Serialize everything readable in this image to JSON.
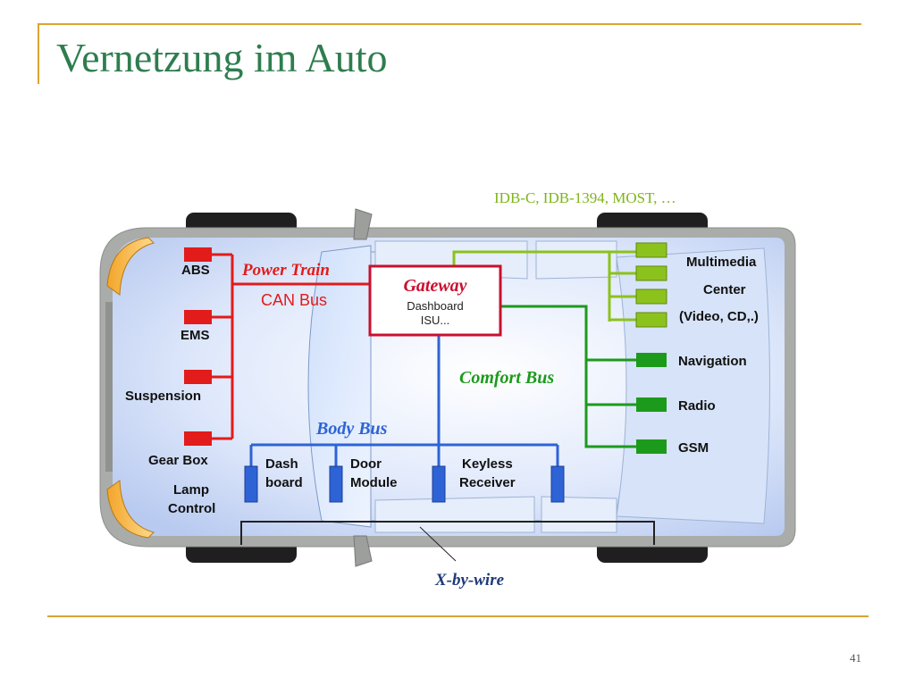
{
  "slide": {
    "title": "Vernetzung im Auto",
    "page_number": "41"
  },
  "diagram": {
    "top_bus_label": "IDB-C, IDB-1394, MOST, …",
    "power_train": {
      "title": "Power Train",
      "subtitle": "CAN Bus",
      "nodes": [
        "ABS",
        "EMS",
        "Suspension",
        "Gear Box"
      ]
    },
    "lamp_control": [
      "Lamp",
      "Control"
    ],
    "gateway": {
      "title": "Gateway",
      "line1": "Dashboard",
      "line2": "ISU..."
    },
    "body_bus": {
      "title": "Body Bus",
      "nodes": [
        [
          "Dash",
          "board"
        ],
        [
          "Door",
          "Module"
        ],
        [
          "Keyless",
          "Receiver"
        ]
      ]
    },
    "comfort_bus": {
      "title": "Comfort Bus",
      "nodes": [
        "Navigation",
        "Radio",
        "GSM"
      ]
    },
    "multimedia": [
      "Multimedia",
      "Center",
      "(Video, CD,.)"
    ],
    "x_by_wire": "X-by-wire",
    "colors": {
      "title": "#2E7D4F",
      "frame": "#D9A531",
      "power_train": "#E21B1B",
      "body_bus": "#2E63D6",
      "comfort_bus": "#1C9A1C",
      "multimedia_bus": "#8CC21C",
      "car_body": "#A9ACA9"
    }
  }
}
